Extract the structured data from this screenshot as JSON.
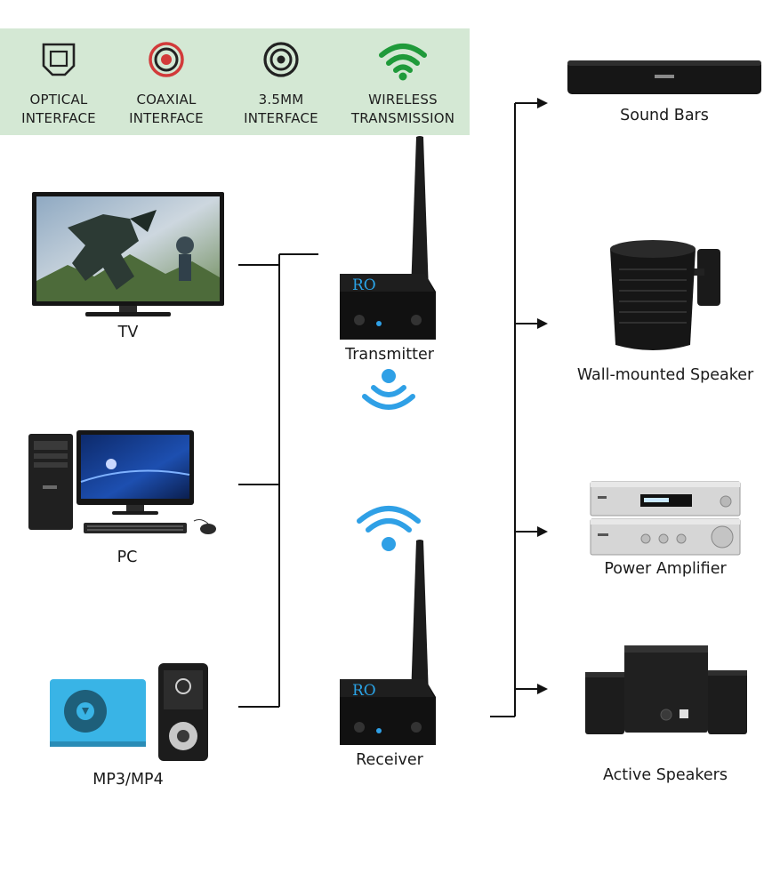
{
  "features": [
    {
      "icon": "optical-port-icon",
      "line1": "OPTICAL",
      "line2": "INTERFACE"
    },
    {
      "icon": "coaxial-port-icon",
      "line1": "COAXIAL",
      "line2": "INTERFACE"
    },
    {
      "icon": "audio-jack-icon",
      "line1": "3.5MM",
      "line2": "INTERFACE"
    },
    {
      "icon": "wifi-icon",
      "line1": "WIRELESS",
      "line2": "TRANSMISSION"
    }
  ],
  "sources": {
    "tv": "TV",
    "pc": "PC",
    "mp3": "MP3/MP4"
  },
  "hub": {
    "transmitter": "Transmitter",
    "receiver": "Receiver",
    "brand_fragment": "RO"
  },
  "outputs": {
    "soundbar": "Sound Bars",
    "wall_speaker": "Wall-mounted Speaker",
    "amplifier": "Power Amplifier",
    "active_speakers": "Active Speakers"
  },
  "colors": {
    "banner_bg": "#d4e8d4",
    "coax_red": "#d23a3a",
    "wifi_green": "#1f9a3a",
    "signal_blue": "#2fa0e6",
    "mp3_blue": "#39b4e6"
  }
}
